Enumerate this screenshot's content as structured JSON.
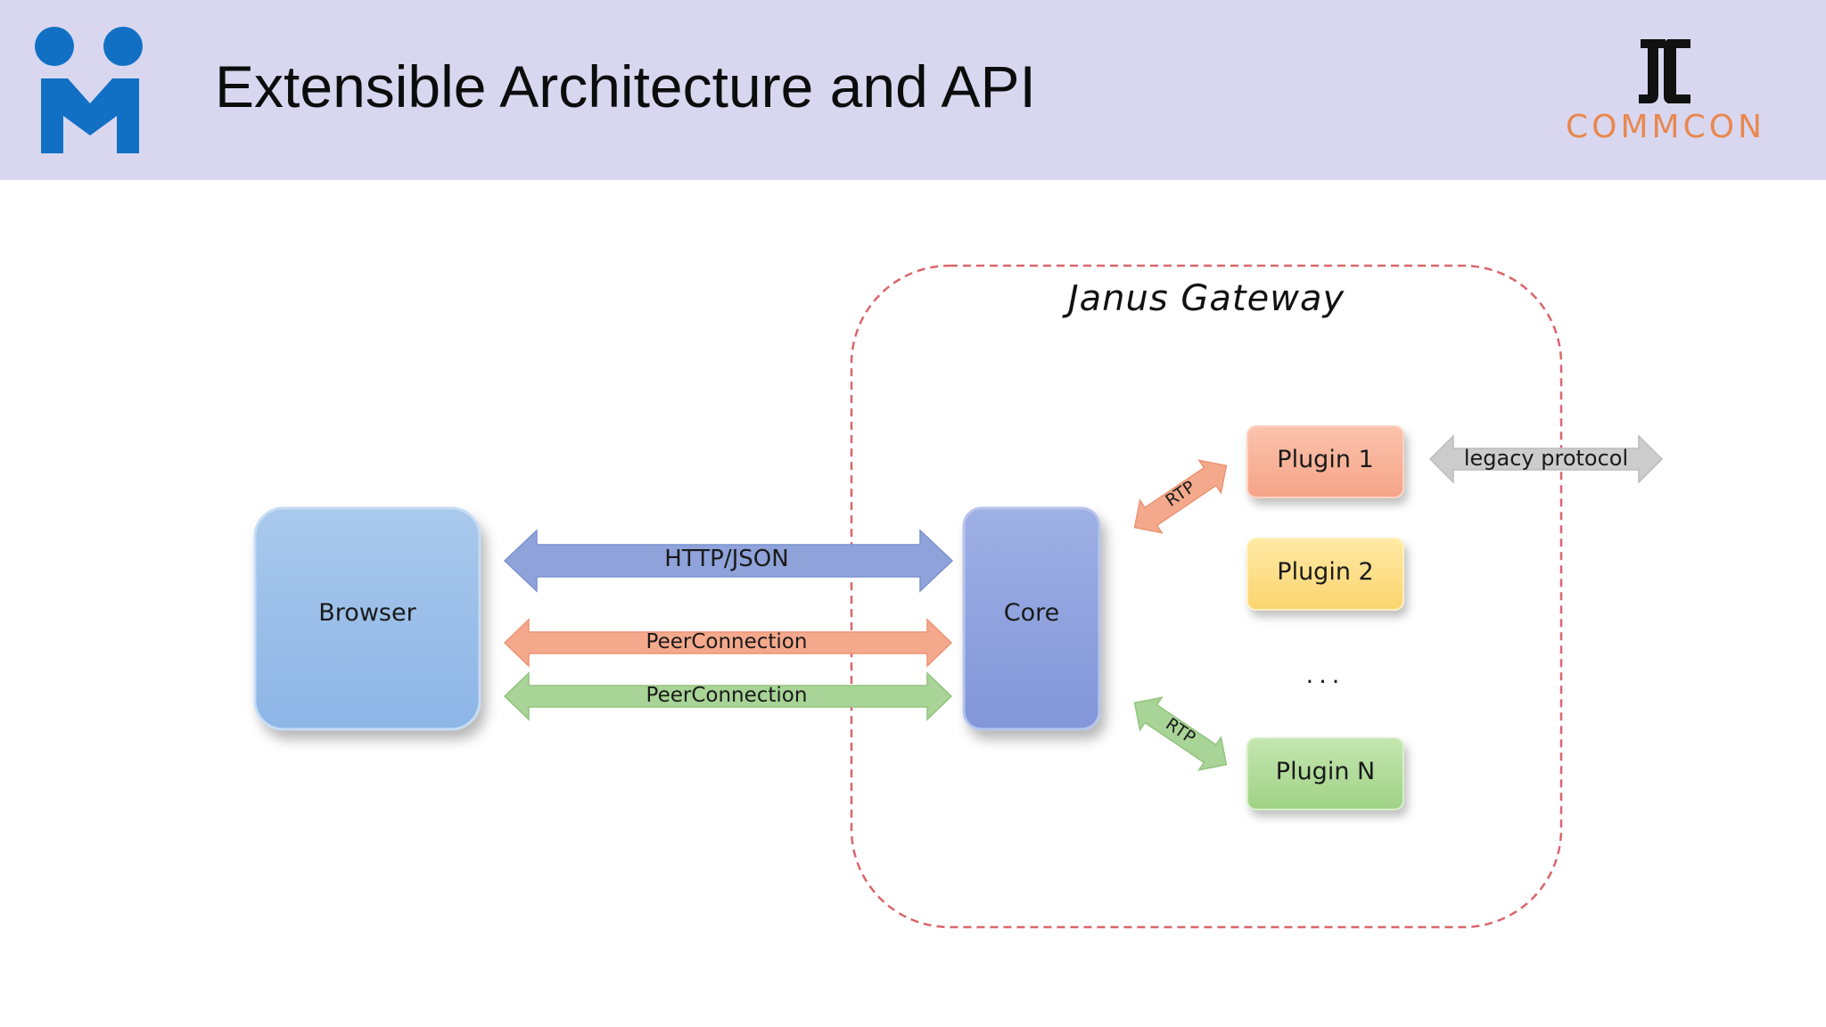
{
  "header": {
    "title": "Extensible Architecture and API",
    "right_logo_text": "COMMCON"
  },
  "diagram": {
    "container_label": "Janus Gateway",
    "nodes": {
      "browser": "Browser",
      "core": "Core",
      "plugin_1": "Plugin 1",
      "plugin_2": "Plugin 2",
      "ellipsis": "...",
      "plugin_n": "Plugin N"
    },
    "edges": {
      "http_json": "HTTP/JSON",
      "peer_connection_1": "PeerConnection",
      "peer_connection_2": "PeerConnection",
      "rtp_top": "RTP",
      "rtp_bottom": "RTP",
      "legacy": "legacy protocol"
    }
  },
  "colors": {
    "header_bg": "#d9d7f0",
    "logo_blue": "#1270c4",
    "commcon_orange": "#e8884e",
    "http_arrow": "#8fa3da",
    "peer_orange": "#f4a98c",
    "peer_green": "#a8d497",
    "legacy_gray": "#cccccc",
    "container_border": "#d9666b",
    "plugin_1": "#f8b49a",
    "plugin_2": "#fde086",
    "plugin_n": "#b2dc99"
  }
}
